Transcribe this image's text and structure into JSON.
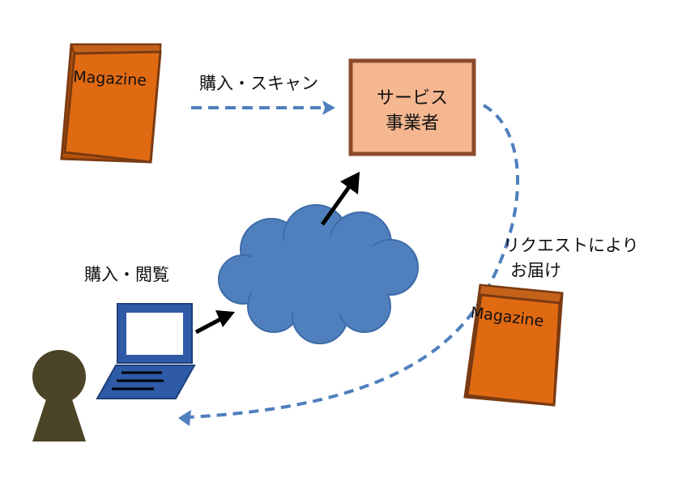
{
  "magazine_top": {
    "title": "Magazine"
  },
  "magazine_bottom": {
    "title": "Magazine"
  },
  "service_provider": {
    "line1": "サービス",
    "line2": "事業者"
  },
  "labels": {
    "purchase_scan": "購入・スキャン",
    "purchase_view": "購入・閲覧",
    "delivery_line1": "リクエストにより",
    "delivery_line2": "お届け"
  },
  "colors": {
    "book_face": "#e06a12",
    "book_spine": "#b8530c",
    "book_border": "#7a3a12",
    "provider_fill": "#f4b790",
    "provider_border": "#8b4a2a",
    "cloud": "#4f7fbd",
    "cloud_edge": "#3d6ca8",
    "laptop_frame": "#2e5aa6",
    "laptop_screen": "#ffffff",
    "dashed_arrow": "#4f7fbd",
    "person": "#4b4426",
    "arrow": "#000000"
  }
}
